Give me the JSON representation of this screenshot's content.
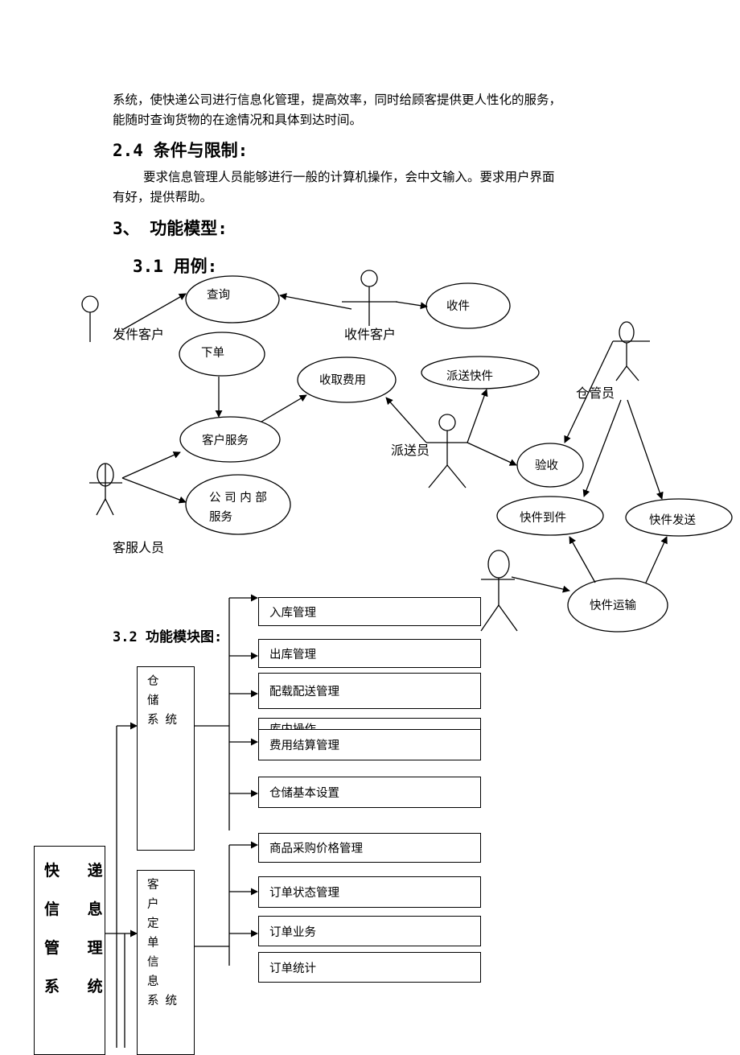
{
  "paragraphs": {
    "intro_line1": "系统，使快递公司进行信息化管理，提高效率，同时给顾客提供更人性化的服务，",
    "intro_line2": "能随时查询货物的在途情况和具体到达时间。",
    "section_2_4": "2.4 条件与限制:",
    "constraint_line1": "要求信息管理人员能够进行一般的计算机操作，会中文输入。要求用户界面",
    "constraint_line2": "有好，提供帮助。",
    "section_3": "3、 功能模型:",
    "section_3_1": "3.1 用例:",
    "section_3_2": "3.2 功能模块图:"
  },
  "use_case": {
    "actors": {
      "sender": "发件客户",
      "receiver": "收件客户",
      "warehouse_keeper": "仓管员",
      "deliverer": "派送员",
      "service_staff": "客服人员"
    },
    "cases": {
      "query": "查询",
      "receive": "收件",
      "order": "下单",
      "collect_fee": "收取费用",
      "dispatch": "派送快件",
      "customer_service": "客户服务",
      "inspect": "验收",
      "internal_service_1": "公 司 内 部",
      "internal_service_2": "服务",
      "arrival": "快件到件",
      "send": "快件发送",
      "transport": "快件运输"
    }
  },
  "module_chart": {
    "main_system": [
      "快 递",
      "信 息",
      "管 理",
      "系 统"
    ],
    "storage_system": "仓 储 系统",
    "order_system": "客 户 定 单 信 息 系统",
    "storage_modules": {
      "inbound": "入库管理",
      "outbound": "出库管理",
      "loading": "配载配送管理",
      "hidden": "库内操作",
      "settlement": "费用结算管理",
      "basic_settings": "仓储基本设置"
    },
    "order_modules": {
      "price": "商品采购价格管理",
      "status": "订单状态管理",
      "business": "订单业务",
      "statistics": "订单统计"
    }
  }
}
